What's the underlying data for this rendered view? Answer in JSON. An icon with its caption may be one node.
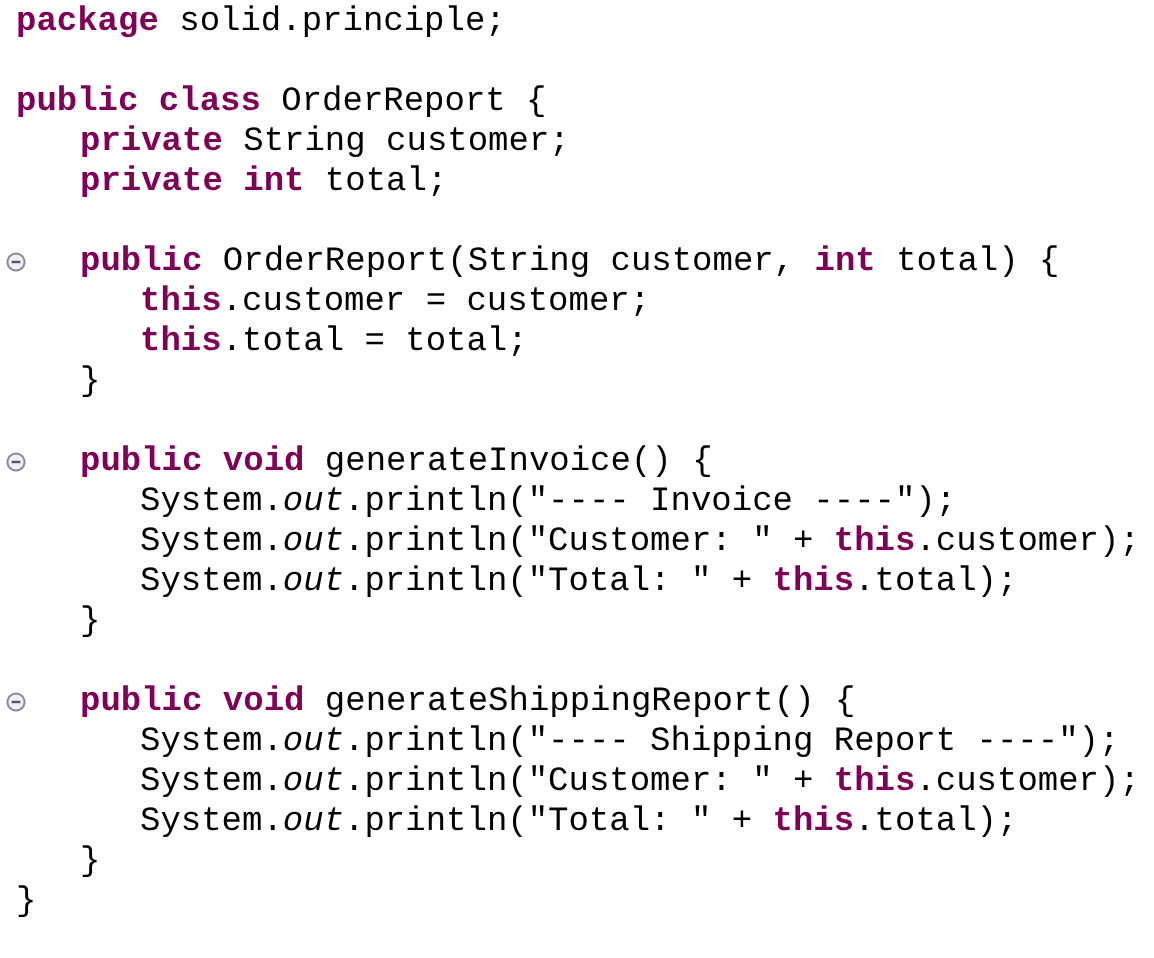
{
  "diagram": {
    "labels": [
      "**package** solid.principle;",
      "**public** **class** OrderReport {",
      "**private** String customer;",
      "**private** **int** total;",
      "**public** OrderReport(String customer, **int** total) {",
      "**this**.customer = customer;",
      "**this**.total = total;",
      "}",
      "**public** **void** generateInvoice() {",
      "System.*out*.println(\"---- Invoice ----\");",
      "System.*out*.println(\"Customer: \" + **this**.customer);",
      "System.*out*.println(\"Total: \" + **this**.total);",
      "}",
      "**public** **void** generateShippingReport() {",
      "System.*out*.println(\"---- Shipping Report ----\");",
      "System.*out*.println(\"Customer: \" + **this**.customer);",
      "System.*out*.println(\"Total: \" + **this**.total);",
      "}",
      "}"
    ]
  }
}
